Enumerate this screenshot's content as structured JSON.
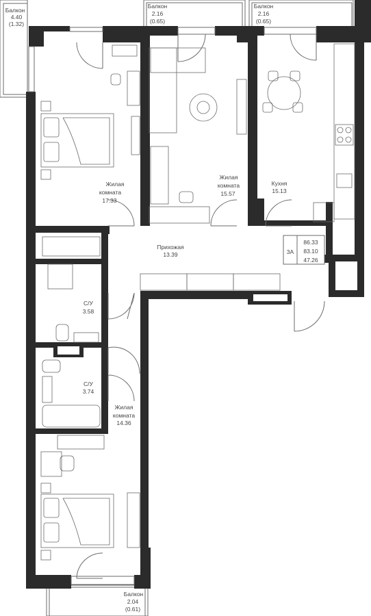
{
  "rooms": {
    "balcony_left": {
      "name": "Балкон",
      "area": "4.40",
      "sub": "(1.32)"
    },
    "balcony_mid": {
      "name": "Балкон",
      "area": "2.16",
      "sub": "(0.65)"
    },
    "balcony_right": {
      "name": "Балкон",
      "area": "2.16",
      "sub": "(0.65)"
    },
    "bedroom_top": {
      "name1": "Жилая",
      "name2": "комната",
      "area": "17.33"
    },
    "living": {
      "name1": "Жилая",
      "name2": "комната",
      "area": "15.57"
    },
    "kitchen": {
      "name": "Кухня",
      "area": "15.13"
    },
    "hall": {
      "name": "Прихожая",
      "area": "13.39"
    },
    "bath1": {
      "name": "С/У",
      "area": "3.58"
    },
    "bath2": {
      "name": "С/У",
      "area": "3.74"
    },
    "bedroom_bottom": {
      "name1": "Жилая",
      "name2": "комната",
      "area": "14.36"
    },
    "balcony_bottom": {
      "name": "Балкон",
      "area": "2.04",
      "sub": "(0.61)"
    }
  },
  "summary": {
    "type": "3А",
    "total_area": "86.33",
    "area_without_balconies": "83.10",
    "living_area": "47.26"
  },
  "colors": {
    "wall": "#2b2b2b",
    "line": "#6a6a6a",
    "background": "#ffffff"
  }
}
